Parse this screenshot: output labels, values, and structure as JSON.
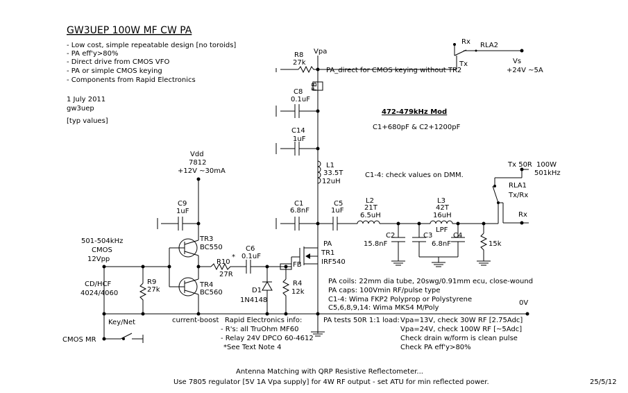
{
  "title": "GW3UEP 100W MF CW PA",
  "features": [
    "- Low cost, simple repeatable design [no toroids]",
    "- PA eff'y>80%",
    "- Direct drive from CMOS VFO",
    "- PA or simple CMOS keying",
    "- Components from Rapid Electronics"
  ],
  "date": "1 July 2011",
  "callsign": "gw3uep",
  "typ_values": "[typ values]",
  "mod_title": "472-479kHz Mod",
  "mod_detail": "C1+680pF & C2+1200pF",
  "c14_note": "C1-4: check values on DMM.",
  "supply": {
    "vpa": "Vpa",
    "vs": "Vs",
    "vs_value": "+24V ~5A",
    "rx": "Rx",
    "tx": "Tx",
    "rla2": "RLA2",
    "vdd": "Vdd",
    "reg": "7812",
    "vdd_value": "+12V ~30mA"
  },
  "components": {
    "r8": "R8",
    "r8_val": "27k",
    "c8": "C8",
    "c8_val": "0.1uF",
    "c14": "C14",
    "c14_val": "1uF",
    "l1": "L1",
    "l1_turns": "33.5T",
    "l1_val": "12uH",
    "c1": "C1",
    "c1_val": "6.8nF",
    "c5": "C5",
    "c5_val": "1uF",
    "l2": "L2",
    "l2_turns": "21T",
    "l2_val": "6.5uH",
    "l3": "L3",
    "l3_turns": "42T",
    "l3_val": "16uH",
    "lpf": "LPF",
    "c2": "C2",
    "c2_val": "15.8nF",
    "c3": "C3",
    "c3_val": "6.8nF",
    "c4": "C4",
    "r15k": "15k",
    "c9": "C9",
    "c9_val": "1uF",
    "tr3": "TR3",
    "tr3_type": "BC550",
    "tr4": "TR4",
    "tr4_type": "BC560",
    "c6": "C6",
    "c6_val": "0.1uF",
    "r10": "R10",
    "r10_star": "*",
    "r10_val": "27R",
    "fb": "FB",
    "fb2": "FB",
    "r9": "R9",
    "r9_val": "27k",
    "d1": "D1",
    "d1_type": "1N4148",
    "r4": "R4",
    "r4_val": "12k",
    "pa": "PA",
    "tr1": "TR1",
    "tr1_type": "IRF540",
    "rla1": "RLA1",
    "rla1_mode": "Tx/Rx"
  },
  "labels": {
    "pa_direct": "PA_direct for CMOS keying without TR2",
    "tx50r": "Tx 50R",
    "out_power": "100W",
    "out_freq": "501kHz",
    "rx_out": "Rx",
    "input_freq": "501-504kHz",
    "input_type": "CMOS",
    "input_level": "12Vpp",
    "cd_hcf": "CD/HCF",
    "cd_part": "4024/4060",
    "key_net": "Key/Net",
    "cmos_mr": "CMOS MR",
    "current_boost": "current-boost",
    "zero_v": "0V"
  },
  "rapid_info": [
    "Rapid Electronics info:",
    "- R's: all TruOhm MF60",
    "- Relay 24V DPCO 60-4612",
    "*See Text Note 4"
  ],
  "pa_notes": [
    "PA coils: 22mm dia tube, 20swg/0.91mm ecu, close-wound",
    "PA caps: 100Vmin RF/pulse type",
    "C1-4: Wima FKP2 Polyprop or Polystyrene",
    "C5,6,8,9,14: Wima MKS4 M/Poly"
  ],
  "pa_tests_prefix": "PA tests 50R 1:1 load:",
  "pa_tests": [
    "Vpa=13V, check 30W RF [2.75Adc]",
    "Vpa=24V, check 100W RF [~5Adc]",
    "Check drain w/form is clean pulse",
    "Check PA eff'y>80%"
  ],
  "footer": [
    "Antenna Matching with QRP Resistive Reflectometer...",
    "Use 7805 regulator [5V 1A Vpa supply] for 4W RF output - set ATU for min reflected power."
  ],
  "revision": "25/5/12"
}
